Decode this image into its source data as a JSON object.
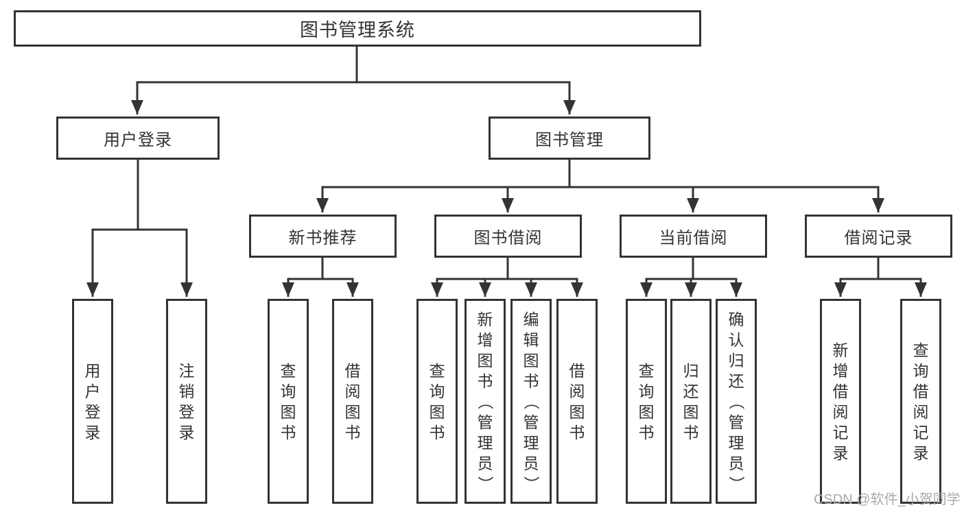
{
  "diagram": {
    "title": "图书管理系统",
    "watermark": "CSDN @软件_小贺同学",
    "colors": {
      "line": "#333333",
      "box_border": "#333333",
      "text": "#333333",
      "background": "#ffffff",
      "watermark": "#a9a9a9"
    },
    "nodes": {
      "root": "图书管理系统",
      "user_login": "用户登录",
      "book_manage": "图书管理",
      "new_book_recommend": "新书推荐",
      "book_borrow": "图书借阅",
      "current_borrow": "当前借阅",
      "borrow_record": "借阅记录",
      "leaf_user_login": "用户登录",
      "leaf_logout": "注销登录",
      "leaf_query_book_1": "查询图书",
      "leaf_borrow_book_1": "借阅图书",
      "leaf_query_book_2": "查询图书",
      "leaf_add_book_admin": "新增图书（管理员）",
      "leaf_edit_book_admin": "编辑图书（管理员）",
      "leaf_borrow_book_2": "借阅图书",
      "leaf_query_book_3": "查询图书",
      "leaf_return_book": "归还图书",
      "leaf_confirm_return_admin": "确认归还（管理员）",
      "leaf_add_borrow_record": "新增借阅记录",
      "leaf_query_borrow_record": "查询借阅记录"
    },
    "hierarchy": {
      "图书管理系统": {
        "用户登录": [
          "用户登录",
          "注销登录"
        ],
        "图书管理": {
          "新书推荐": [
            "查询图书",
            "借阅图书"
          ],
          "图书借阅": [
            "查询图书",
            "新增图书（管理员）",
            "编辑图书（管理员）",
            "借阅图书"
          ],
          "当前借阅": [
            "查询图书",
            "归还图书",
            "确认归还（管理员）"
          ],
          "借阅记录": [
            "新增借阅记录",
            "查询借阅记录"
          ]
        }
      }
    }
  }
}
